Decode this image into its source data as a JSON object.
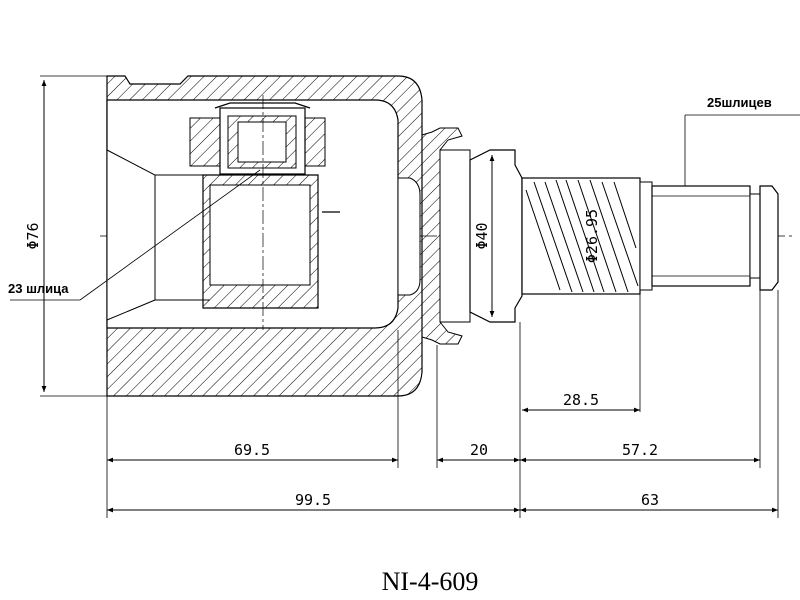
{
  "part_number": "NI-4-609",
  "dimensions": {
    "housing_diameter": "Φ76",
    "shaft_diameter": "Φ40",
    "spline_diameter": "Φ26.95",
    "housing_depth": "69.5",
    "seal_length": "20",
    "spline_length": "28.5",
    "stub_length": "57.2",
    "body_length": "99.5",
    "shaft_length": "63"
  },
  "callouts": {
    "inner_splines": "23 шлица",
    "outer_splines": "25шлицев"
  }
}
